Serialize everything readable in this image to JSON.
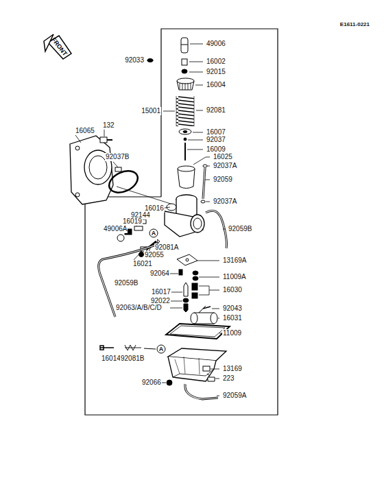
{
  "diagram": {
    "labels": [
      "E1611-0221",
      "FRONT",
      "49006",
      "92033",
      "16002",
      "92015",
      "16004",
      "15001",
      "92081",
      "16065",
      "132",
      "16007",
      "92037",
      "16009",
      "92037B",
      "16025",
      "92037A",
      "92059",
      "92037A",
      "16016",
      "92144",
      "16019",
      "49006A",
      "92059B",
      "A",
      "92081A",
      "92055",
      "16021",
      "13169A",
      "92064",
      "11009A",
      "92059B",
      "16017",
      "16030",
      "92022",
      "92063/A/B/C/D",
      "92043",
      "16031",
      "11009",
      "16014",
      "92081B",
      "A",
      "13169",
      "92066",
      "223",
      "92059A"
    ]
  }
}
